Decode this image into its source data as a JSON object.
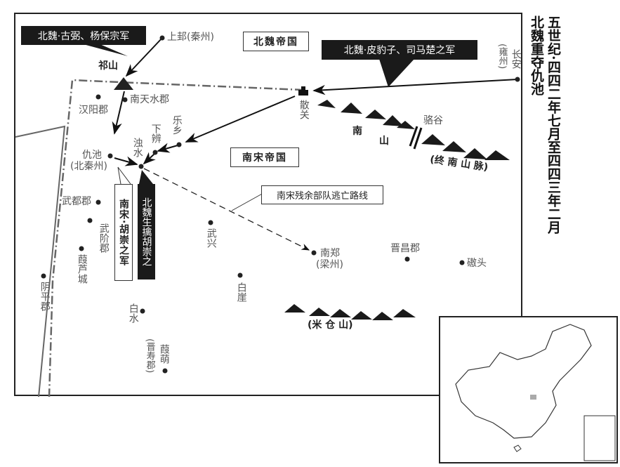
{
  "title": {
    "line1": "五世纪·四四二年七月至四四三年二月",
    "line2": "北魏重夺仇池"
  },
  "regions": {
    "north_wei": "北魏帝国",
    "south_song": "南宋帝国"
  },
  "callouts": {
    "gubi": "北魏·古弼、杨保宗军",
    "pibaozi": "北魏·皮豹子、司马楚之军",
    "huchongzhi": "南宋·胡崇之军",
    "captured": "北魏生擒胡崇之",
    "escape": "南宋残余部队逃亡路线"
  },
  "places": {
    "shanggui": "上邽(秦州)",
    "qishan": "祁山",
    "hanyang": "汉阳郡",
    "nantianshui": "南天水郡",
    "qiuchi": "仇池",
    "qiuchi_alt": "(北秦州)",
    "zhuoshui": "浊水",
    "xiabian": "下辨",
    "lexiang": "乐乡",
    "sanguan": "散关",
    "changan": "长安",
    "yongzhou": "(雍州)",
    "luogu": "骆谷",
    "wudu": "武都郡",
    "wujie": "武阶郡",
    "jialu": "葭芦城",
    "yinping": "阴平郡",
    "wuxing": "武兴",
    "nanzheng": "南郑",
    "liangzhou": "(梁州)",
    "jinchang": "晋昌郡",
    "aotou": "磝头",
    "baiya": "白崖",
    "baishui": "白水",
    "jiameng": "葭萌",
    "jinshou": "(晋寿郡)"
  },
  "mountains": {
    "nanshan_1": "南",
    "nanshan_2": "山",
    "zhongnan": "(终 南 山 脉)",
    "micang": "(米 仓 山)"
  }
}
